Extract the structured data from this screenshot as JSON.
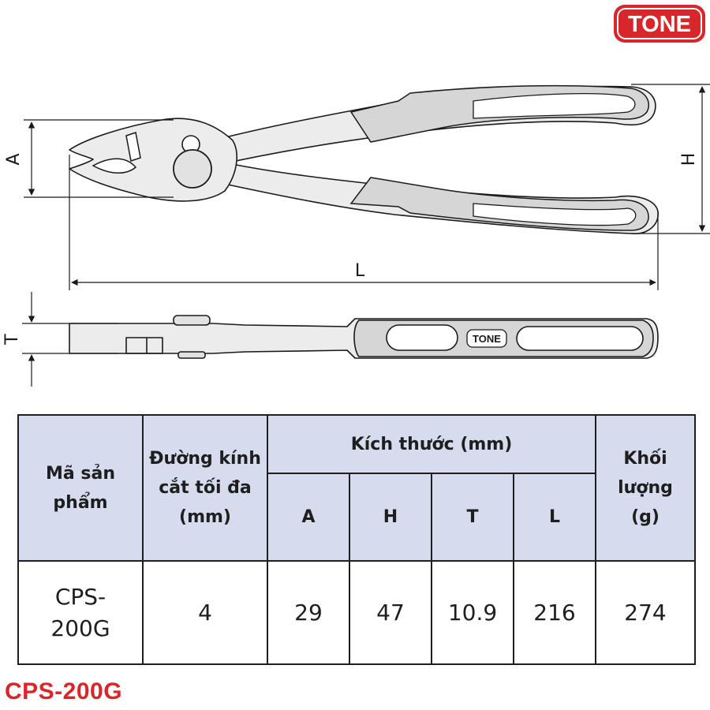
{
  "brand": {
    "logo_text": "TONE",
    "color": "#d8262b"
  },
  "drawing": {
    "dim_labels": {
      "a": "A",
      "h": "H",
      "l": "L",
      "t": "T"
    },
    "handle_badge": "TONE",
    "body_color": "#ececec",
    "grip_color": "#d6d6d6",
    "line_color": "#1a1a1a"
  },
  "table": {
    "header_bg": "#d6dcee",
    "headers": {
      "code": "Mã sản phẩm",
      "cut_diameter": "Đường kính cắt tối đa (mm)",
      "dimensions": "Kích thước (mm)",
      "a": "A",
      "h": "H",
      "t": "T",
      "l": "L",
      "weight": "Khối lượng (g)"
    },
    "row": {
      "code": "CPS-200G",
      "cut_diameter": "4",
      "a": "29",
      "h": "47",
      "t": "10.9",
      "l": "216",
      "weight": "274"
    }
  },
  "caption": "CPS-200G"
}
